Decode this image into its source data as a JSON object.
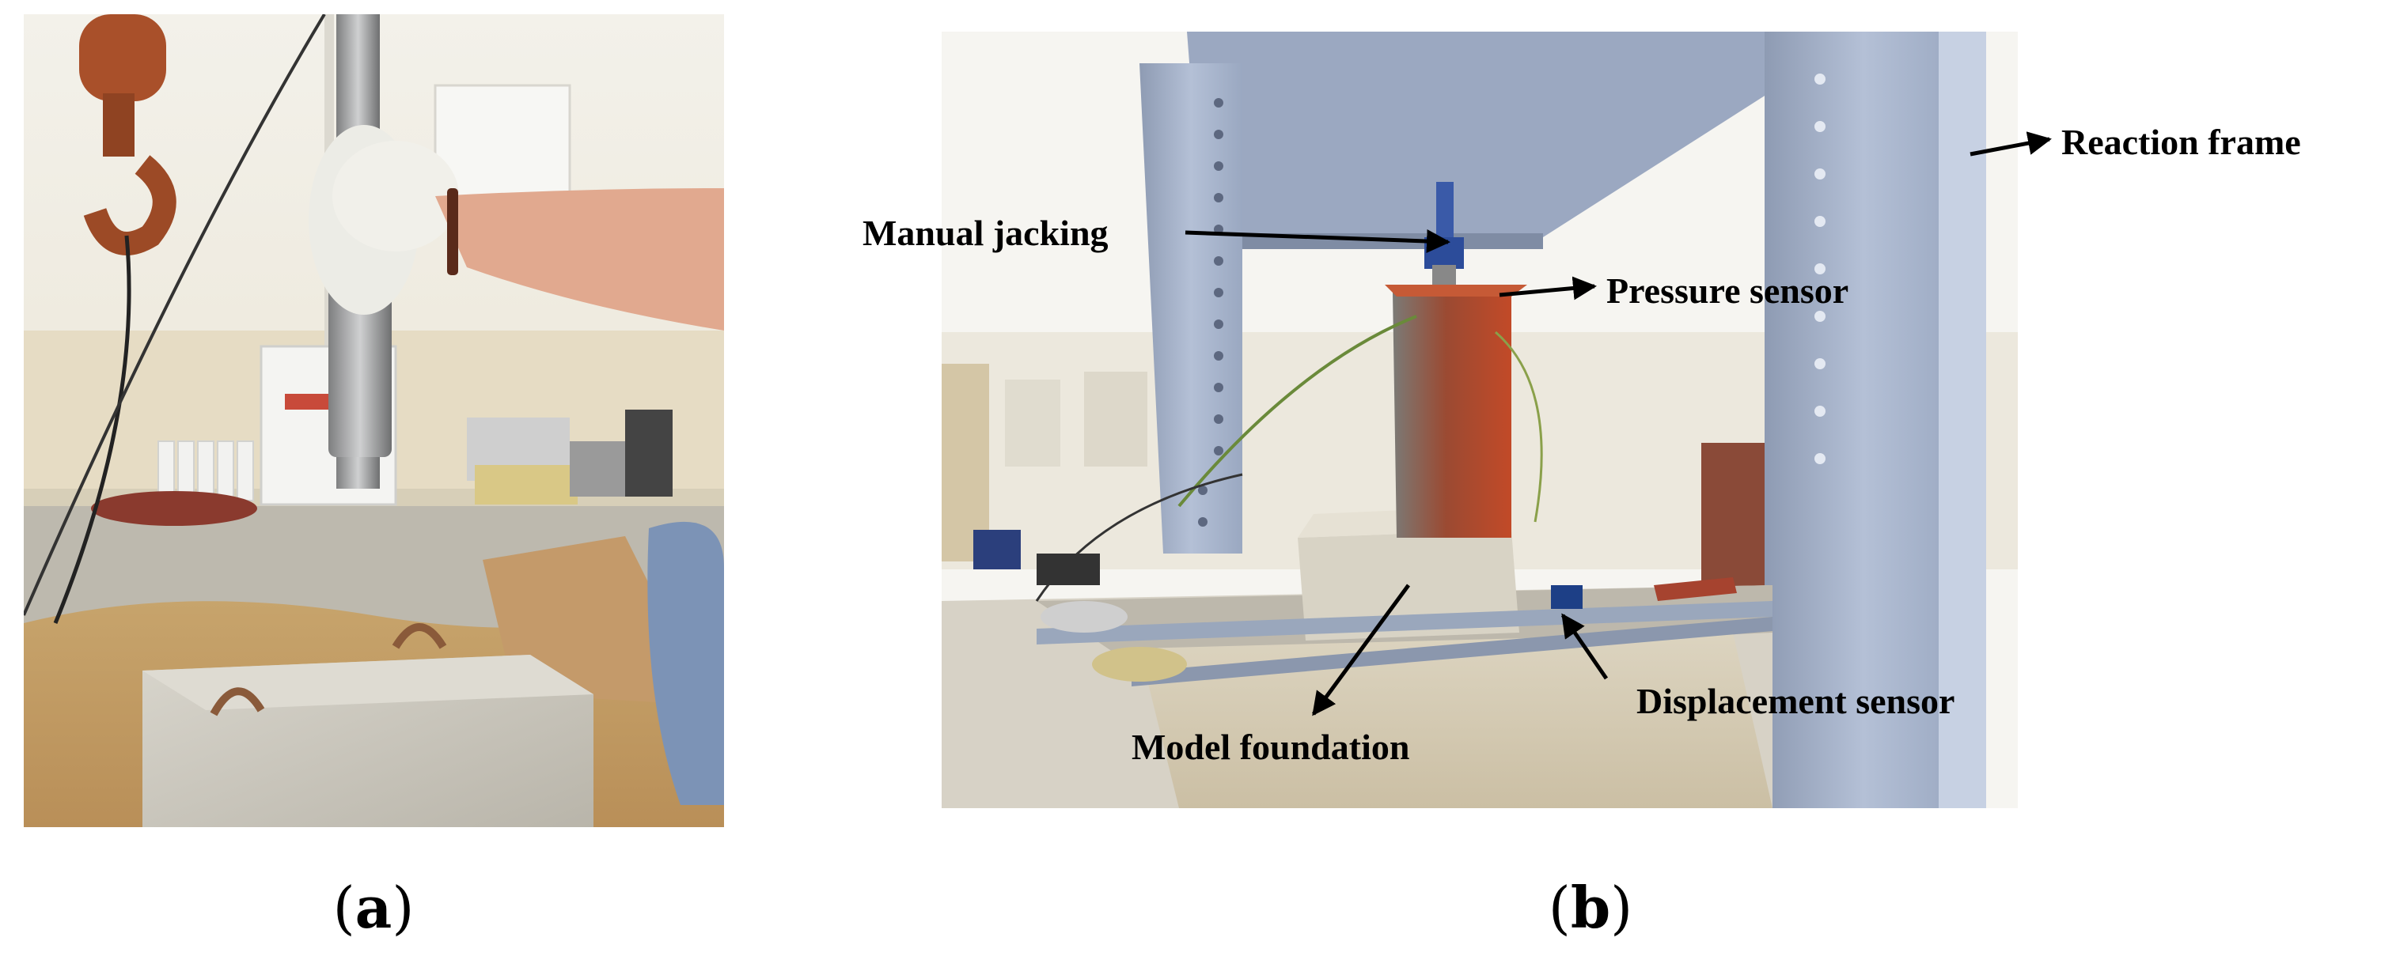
{
  "captions": {
    "a": {
      "open": "(",
      "letter": "a",
      "close": ")"
    },
    "b": {
      "open": "(",
      "letter": "b",
      "close": ")"
    }
  },
  "annotations": {
    "manual_jacking": "Manual jacking",
    "pressure_sensor": "Pressure sensor",
    "reaction_frame": "Reaction frame",
    "displacement_sensor": "Displacement sensor",
    "model_foundation": "Model foundation"
  },
  "colors": {
    "frame_blue": "#9aa9c2",
    "sand": "#c9a36a",
    "concrete": "#c9c6bd",
    "rust": "#b84a2a",
    "wall": "#f1eee6"
  }
}
